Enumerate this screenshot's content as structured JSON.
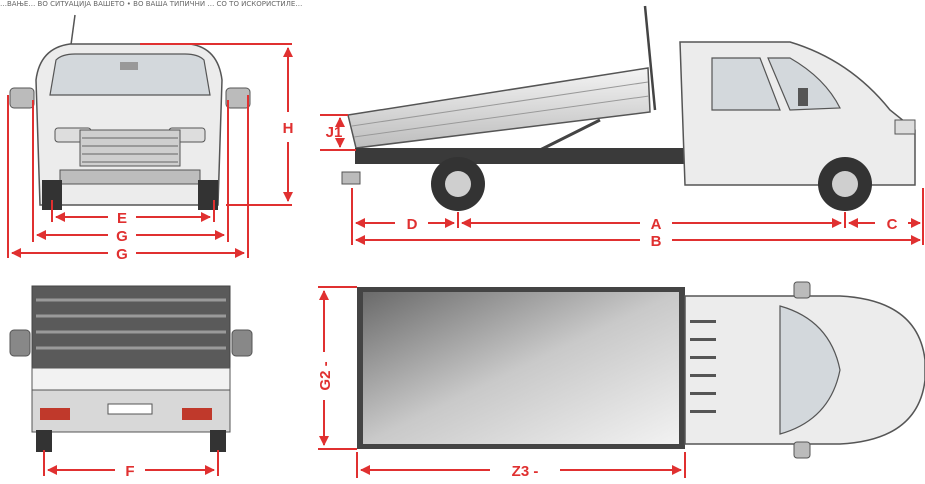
{
  "caption": "…ВАЊЕ… ВО СИТУАЦИЈА ВАШЕТО • ВО ВАША ТИПИЧНИ … СО ТО ИСКОРИСТИЛЕ…",
  "colors": {
    "dimension": "#e03030",
    "outline": "#555555",
    "body": "#e9e9e9",
    "glass": "#cfd4d8",
    "tire": "#333333"
  },
  "labels": {
    "front_e": "E",
    "front_g_inner": "G",
    "front_g_outer": "G",
    "front_h": "H",
    "side_j1": "J1",
    "side_d": "D",
    "side_a": "A",
    "side_c": "C",
    "side_b": "B",
    "rear_f": "F",
    "top_g2": "G2 -",
    "top_z3": "Z3 -"
  }
}
